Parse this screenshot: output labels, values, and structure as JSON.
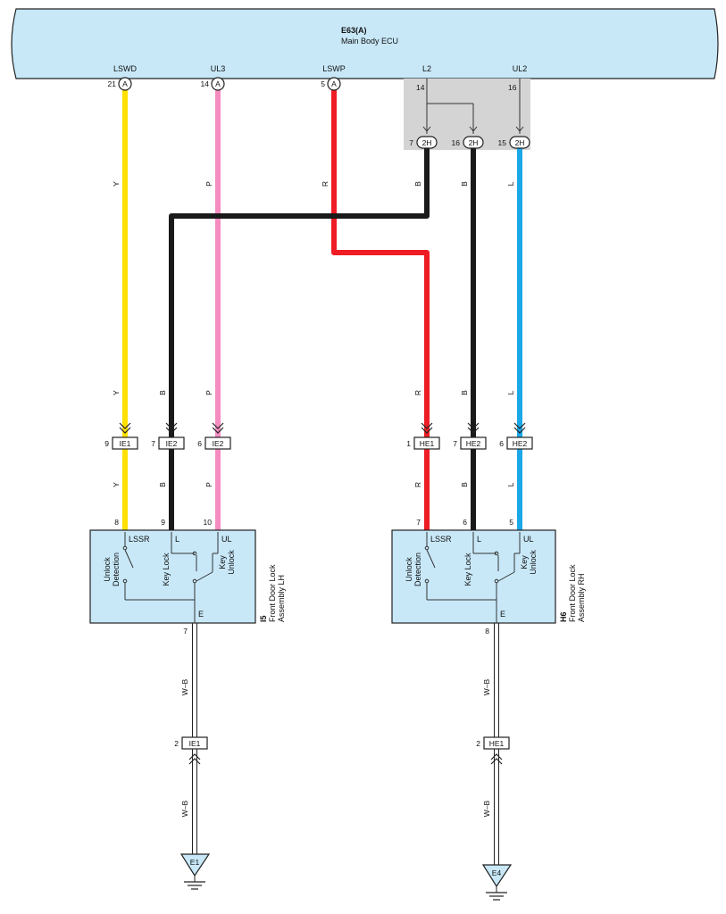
{
  "ecu": {
    "code": "E63(A)",
    "name": "Main Body ECU",
    "connector_letter": "A",
    "connector_2h": "2H",
    "terminals": [
      {
        "label": "LSWD",
        "pin": "21"
      },
      {
        "label": "UL3",
        "pin": "14"
      },
      {
        "label": "LSWP",
        "pin": "5"
      },
      {
        "label": "L2",
        "pin": "14"
      },
      {
        "label": "UL2",
        "pin": "16"
      }
    ],
    "junction_pins": [
      "7",
      "16",
      "15"
    ]
  },
  "wire_codes": {
    "yellow": "Y",
    "pink": "P",
    "red": "R",
    "black": "B",
    "blue": "L",
    "ground": "W–B"
  },
  "colors": {
    "Y": "#ffe000",
    "P": "#f48cc0",
    "R": "#ee1c24",
    "B": "#1a1a1a",
    "L": "#1ca8e8",
    "panel": "#c8e8f8",
    "junction": "#d4d4d4"
  },
  "inline_connectors": [
    {
      "pin": "9",
      "name": "IE1"
    },
    {
      "pin": "7",
      "name": "IE2"
    },
    {
      "pin": "6",
      "name": "IE2"
    },
    {
      "pin": "1",
      "name": "HE1"
    },
    {
      "pin": "7",
      "name": "HE2"
    },
    {
      "pin": "6",
      "name": "HE2"
    }
  ],
  "left_assembly": {
    "code": "I5",
    "name_line1": "Front Door Lock",
    "name_line2": "Assembly LH",
    "pins": [
      "8",
      "9",
      "10"
    ],
    "ground_pin": "7"
  },
  "right_assembly": {
    "code": "H6",
    "name_line1": "Front Door Lock",
    "name_line2": "Assembly RH",
    "pins": [
      "7",
      "6",
      "5"
    ],
    "ground_pin": "8"
  },
  "assembly_labels": {
    "t1": "LSSR",
    "t2": "L",
    "t3": "UL",
    "ground": "E",
    "switch1_line1": "Unlock",
    "switch1_line2": "Detection",
    "switch2": "Key Lock",
    "switch3_line1": "Key",
    "switch3_line2": "Unlock"
  },
  "ground_connectors": [
    {
      "pin": "2",
      "name": "IE1"
    },
    {
      "pin": "2",
      "name": "HE1"
    }
  ],
  "grounds": [
    "E1",
    "E4"
  ]
}
